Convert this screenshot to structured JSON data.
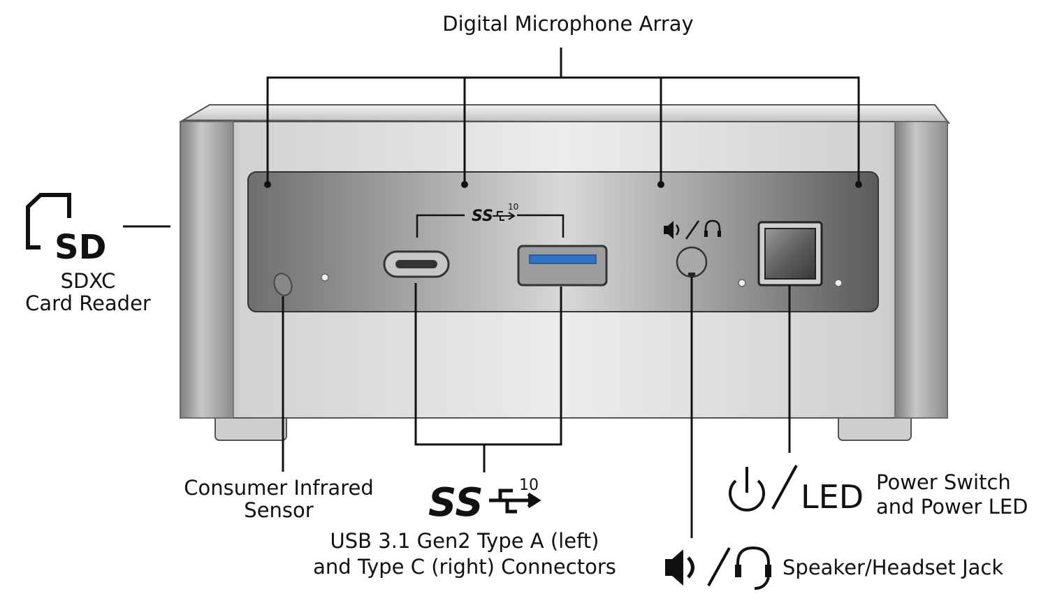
{
  "labels": {
    "microphone": "Digital Microphone Array",
    "sd_line1": "SDXC",
    "sd_line2": "Card Reader",
    "ir_line1": "Consumer Infrared",
    "ir_line2": "Sensor",
    "usb_line1": "USB 3.1 Gen2 Type A (left)",
    "usb_line2": "and Type C (right) Connectors",
    "power_line1": "Power Switch",
    "power_line2": "and Power LED",
    "jack": "Speaker/Headset Jack"
  },
  "icons": {
    "sd_text": "SD",
    "ss_text": "SS",
    "ss_gen": "10",
    "led_text": "LED"
  },
  "colors": {
    "usb_port_blue": "#2f73c9",
    "chassis_light": "#e8e8e8",
    "panel_dark": "#555555",
    "line": "#111111"
  }
}
